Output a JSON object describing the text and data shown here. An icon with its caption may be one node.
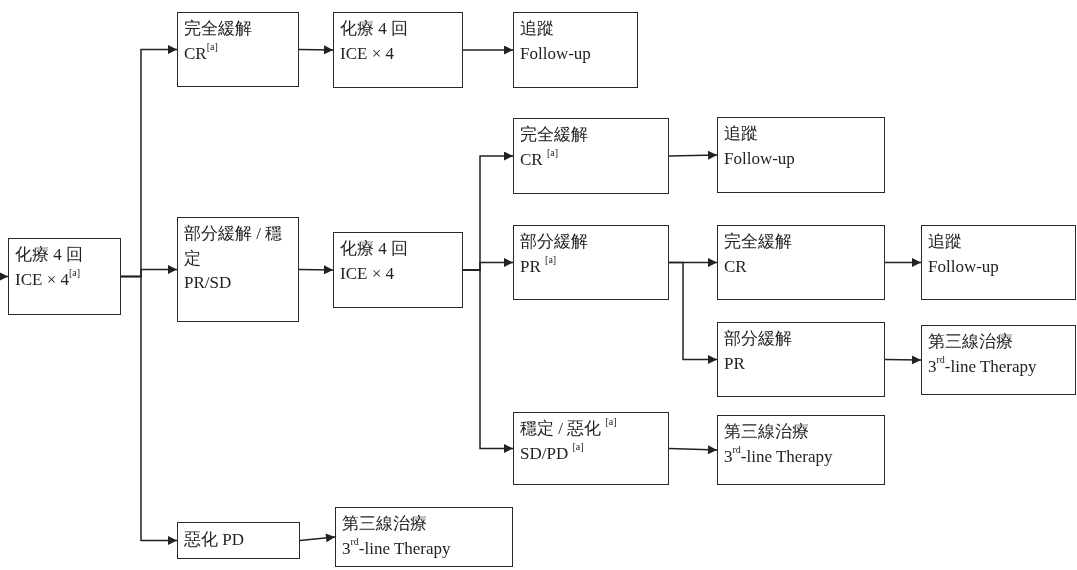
{
  "diagram": {
    "nodes": [
      {
        "text": [
          "化療 4 回",
          "ICE × 4$^{[a]}$"
        ]
      },
      {
        "text": [
          "完全緩解",
          "CR$^{[a]}$"
        ]
      },
      {
        "text": [
          "化療 4 回",
          "ICE × 4"
        ]
      },
      {
        "text": [
          "追蹤",
          "Follow-up"
        ]
      },
      {
        "text": [
          "部分緩解 / 穩定",
          "PR/SD"
        ]
      },
      {
        "text": [
          "化療 4 回",
          "ICE × 4"
        ]
      },
      {
        "text": [
          "完全緩解",
          "CR $^{[a]}$"
        ]
      },
      {
        "text": [
          "追蹤",
          "Follow-up"
        ]
      },
      {
        "text": [
          "部分緩解",
          "PR $^{[a]}$"
        ]
      },
      {
        "text": [
          "完全緩解",
          "CR"
        ]
      },
      {
        "text": [
          "追蹤",
          "Follow-up"
        ]
      },
      {
        "text": [
          "部分緩解",
          "PR"
        ]
      },
      {
        "text": [
          "第三線治療",
          "3$^{rd}$-line Therapy"
        ]
      },
      {
        "text": [
          "穩定 / 惡化 $^{[a]}$",
          "SD/PD $^{[a]}$"
        ]
      },
      {
        "text": [
          "第三線治療",
          "3$^{rd}$-line Therapy"
        ]
      },
      {
        "text": [
          "惡化 PD"
        ]
      },
      {
        "text": [
          "第三線治療",
          "3$^{rd}$-line Therapy"
        ]
      }
    ],
    "edges": [
      {
        "from": null,
        "to": 0,
        "arrow": "to"
      },
      {
        "from": 0,
        "to": 1,
        "arrow": "to"
      },
      {
        "from": 0,
        "to": 4,
        "arrow": "to"
      },
      {
        "from": 0,
        "to": 15,
        "arrow": "to"
      },
      {
        "from": 1,
        "to": 2,
        "arrow": "to"
      },
      {
        "from": 2,
        "to": 3,
        "arrow": "to"
      },
      {
        "from": 4,
        "to": 5,
        "arrow": "to"
      },
      {
        "from": 5,
        "to": 6,
        "arrow": "to"
      },
      {
        "from": 5,
        "to": 8,
        "arrow": "to"
      },
      {
        "from": 5,
        "to": 13,
        "arrow": "to"
      },
      {
        "from": 6,
        "to": 7,
        "arrow": "to"
      },
      {
        "from": 8,
        "to": 9,
        "arrow": "to"
      },
      {
        "from": 8,
        "to": 11,
        "arrow": "to"
      },
      {
        "from": 9,
        "to": 10,
        "arrow": "to"
      },
      {
        "from": 11,
        "to": 12,
        "arrow": "to"
      },
      {
        "from": 13,
        "to": 14,
        "arrow": "to"
      },
      {
        "from": 15,
        "to": 16,
        "arrow": "to"
      }
    ]
  }
}
